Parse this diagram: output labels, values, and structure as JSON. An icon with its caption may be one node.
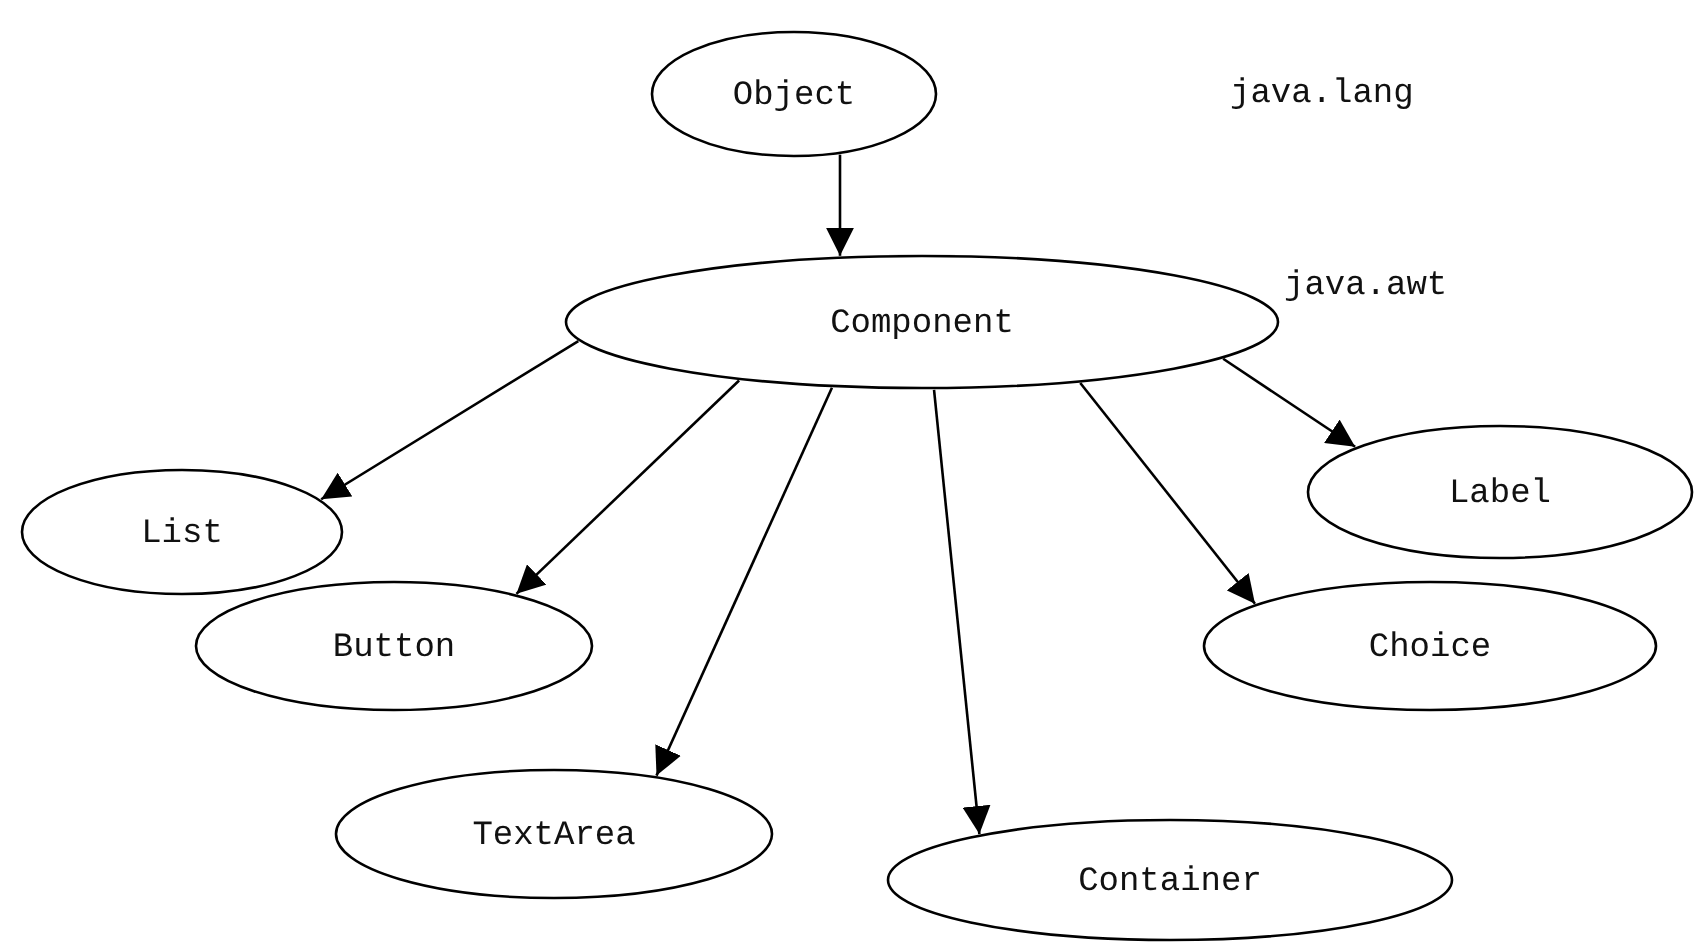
{
  "diagram": {
    "nodes": [
      {
        "text": [
          "Object"
        ]
      },
      {
        "text": [
          "Component"
        ]
      },
      {
        "text": [
          "List"
        ]
      },
      {
        "text": [
          "Button"
        ]
      },
      {
        "text": [
          "Label"
        ]
      },
      {
        "text": [
          "Choice"
        ]
      },
      {
        "text": [
          "TextArea"
        ]
      },
      {
        "text": [
          "Container"
        ]
      }
    ],
    "edges": [
      {
        "from": 0,
        "to": 1,
        "arrow": "to"
      },
      {
        "from": 1,
        "to": 2,
        "arrow": "to"
      },
      {
        "from": 1,
        "to": 3,
        "arrow": "to"
      },
      {
        "from": 1,
        "to": 6,
        "arrow": "to"
      },
      {
        "from": 1,
        "to": 7,
        "arrow": "to"
      },
      {
        "from": 1,
        "to": 5,
        "arrow": "to"
      },
      {
        "from": 1,
        "to": 4,
        "arrow": "to"
      }
    ],
    "labels": [
      "java.lang",
      "java.awt"
    ]
  }
}
